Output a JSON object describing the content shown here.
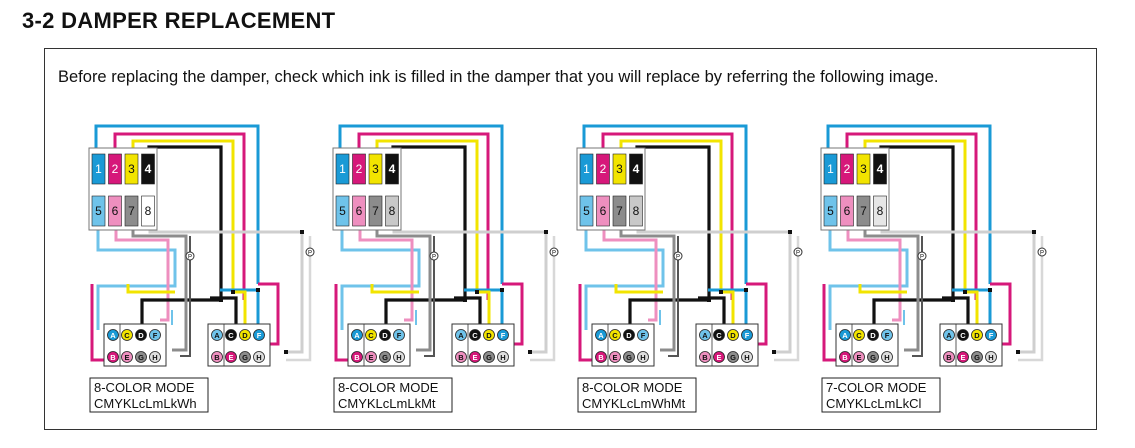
{
  "title": "3-2 DAMPER REPLACEMENT",
  "intro": "Before replacing the damper, check which ink is filled in the damper that you will replace by referring the following image.",
  "colors": {
    "cyan": "#1a9ad6",
    "magenta": "#d6187a",
    "yellow": "#f2e400",
    "black": "#111111",
    "light_cyan": "#6fc3ea",
    "light_magenta": "#ee8fbf",
    "light_black": "#8c8c8c",
    "white_line": "#cfcfcf"
  },
  "head_letters": [
    "A",
    "C",
    "D",
    "F",
    "B",
    "E",
    "G",
    "H"
  ],
  "p_marker": "P",
  "diagrams": [
    {
      "mode": "8-COLOR MODE",
      "inks": "CMYKLcLmLkWh",
      "top_numbers": [
        "1",
        "2",
        "3",
        "4"
      ],
      "bottom_numbers": [
        "5",
        "6",
        "7",
        "8"
      ],
      "slot8": "white"
    },
    {
      "mode": "8-COLOR MODE",
      "inks": "CMYKLcLmLkMt",
      "top_numbers": [
        "1",
        "2",
        "3",
        "4"
      ],
      "bottom_numbers": [
        "5",
        "6",
        "7",
        "8"
      ],
      "slot8": "metallic"
    },
    {
      "mode": "8-COLOR MODE",
      "inks": "CMYKLcLmWhMt",
      "top_numbers": [
        "1",
        "2",
        "3",
        "4"
      ],
      "bottom_numbers": [
        "5",
        "6",
        "7",
        "8"
      ],
      "slot8": "metallic"
    },
    {
      "mode": "7-COLOR MODE",
      "inks": "CMYKLcLmLkCl",
      "top_numbers": [
        "1",
        "2",
        "3",
        "4"
      ],
      "bottom_numbers": [
        "5",
        "6",
        "7",
        "8"
      ],
      "slot8": "clear"
    }
  ]
}
